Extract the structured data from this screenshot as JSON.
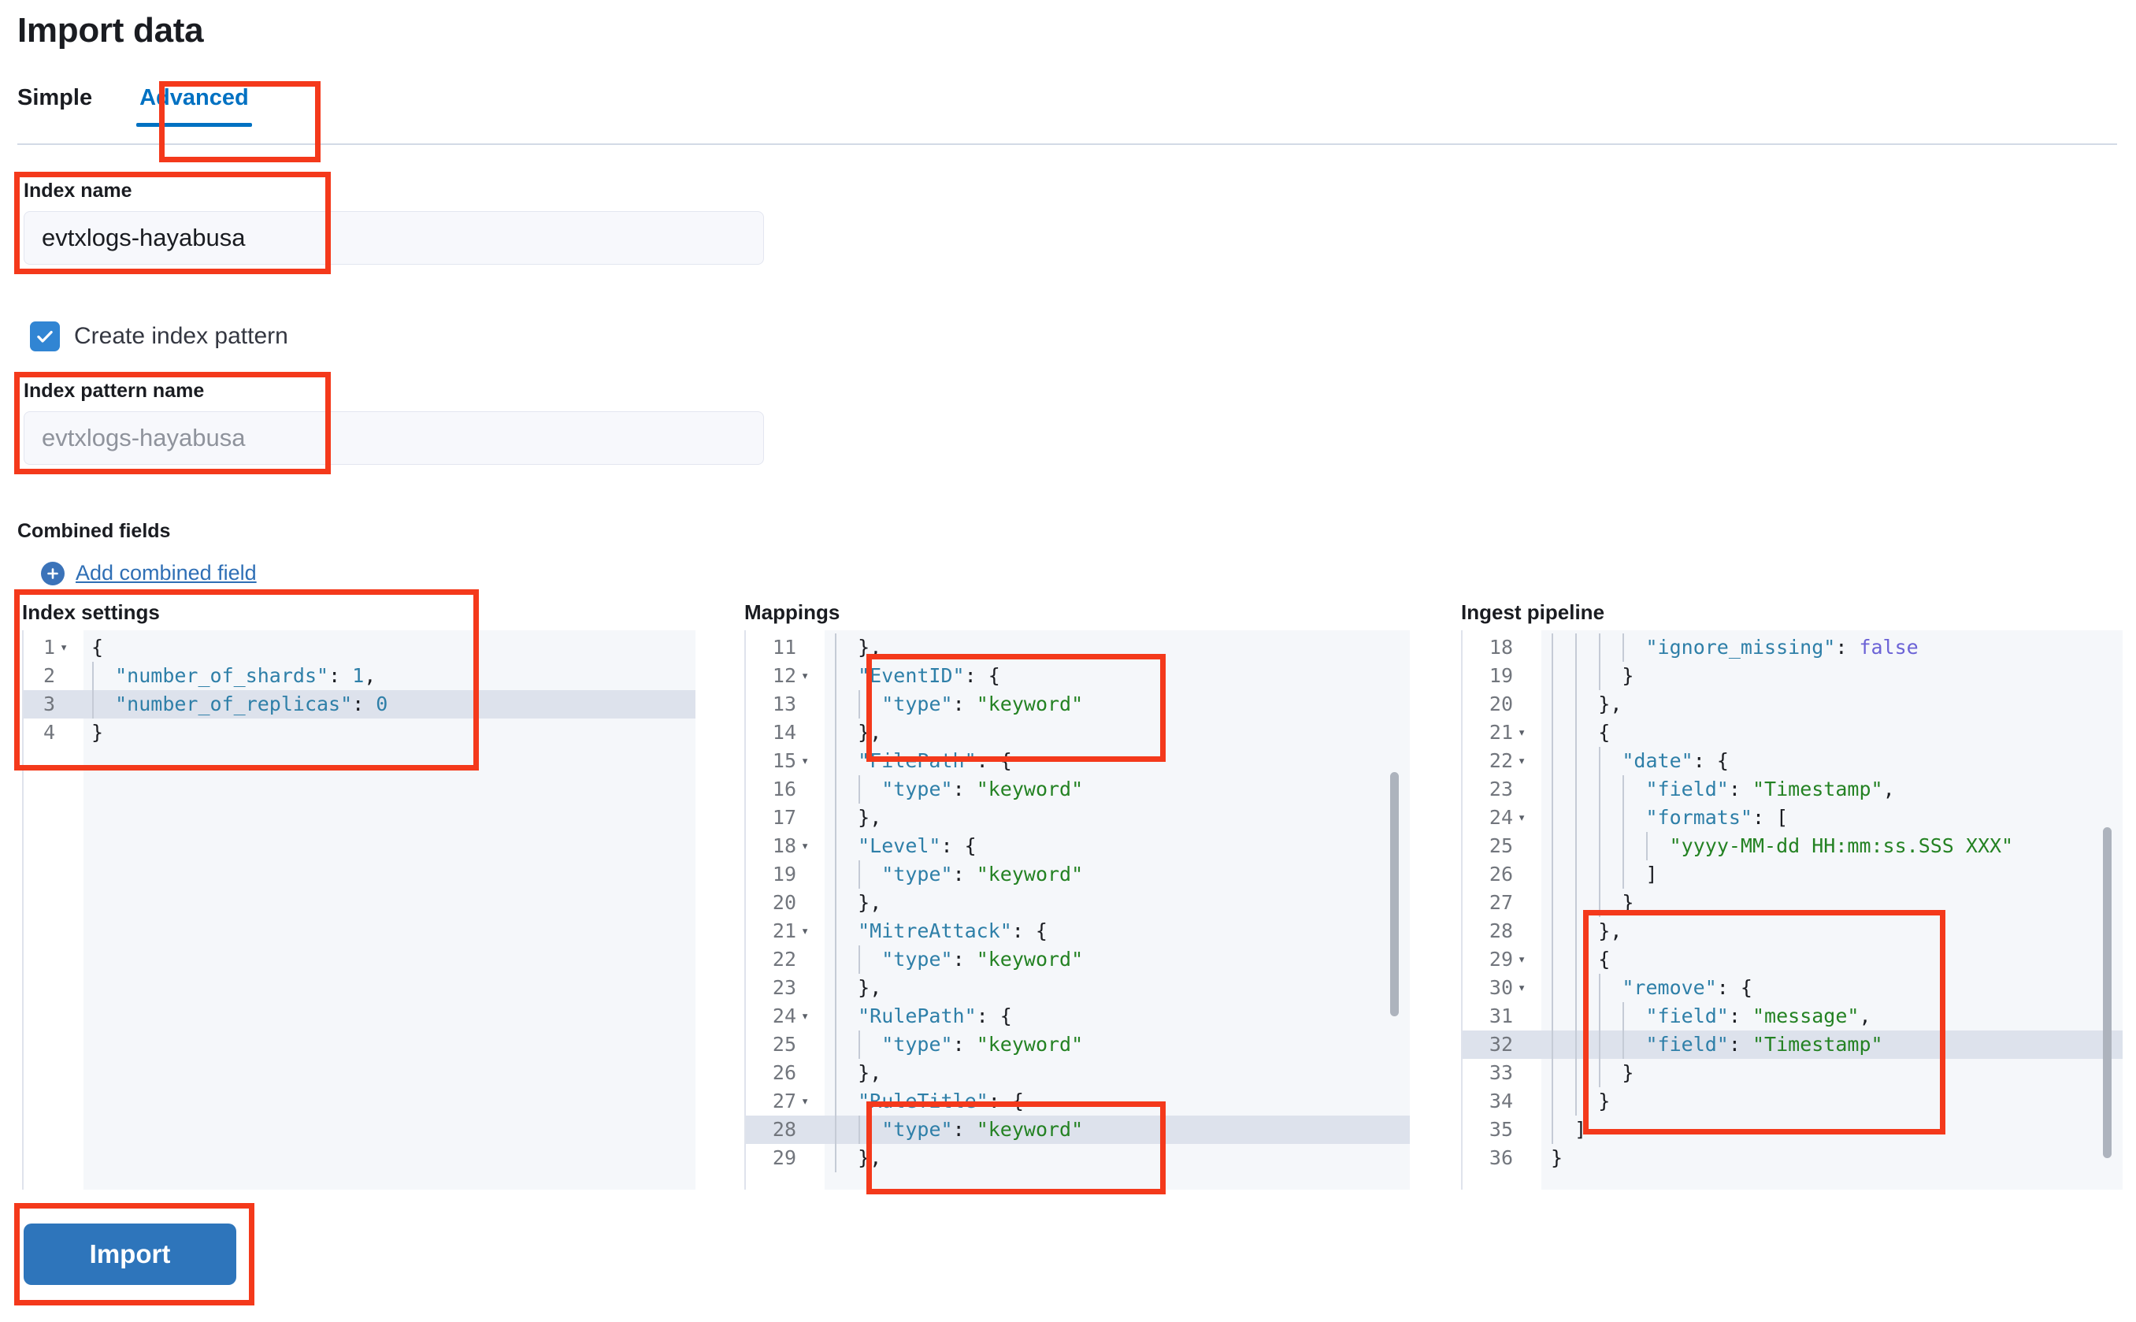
{
  "page": {
    "title": "Import data"
  },
  "tabs": [
    {
      "label": "Simple",
      "active": false
    },
    {
      "label": "Advanced",
      "active": true
    }
  ],
  "form": {
    "index_name": {
      "label": "Index name",
      "value": "evtxlogs-hayabusa"
    },
    "create_index_pattern": {
      "label": "Create index pattern",
      "checked": true
    },
    "index_pattern_name": {
      "label": "Index pattern name",
      "placeholder": "evtxlogs-hayabusa",
      "value": ""
    },
    "combined_fields": {
      "title": "Combined fields",
      "add_label": "Add combined field"
    }
  },
  "editors": {
    "index_settings": {
      "title": "Index settings",
      "first_line": 1,
      "active_line": 3,
      "lines": [
        {
          "n": 1,
          "fold": true,
          "text": "{"
        },
        {
          "n": 2,
          "fold": false,
          "text": "  \"number_of_shards\": 1,"
        },
        {
          "n": 3,
          "fold": false,
          "text": "  \"number_of_replicas\": 0"
        },
        {
          "n": 4,
          "fold": false,
          "text": "}"
        }
      ]
    },
    "mappings": {
      "title": "Mappings",
      "first_line": 11,
      "active_line": 28,
      "lines": [
        {
          "n": 11,
          "fold": false,
          "text": "  },"
        },
        {
          "n": 12,
          "fold": true,
          "text": "  \"EventID\": {"
        },
        {
          "n": 13,
          "fold": false,
          "text": "    \"type\": \"keyword\""
        },
        {
          "n": 14,
          "fold": false,
          "text": "  },"
        },
        {
          "n": 15,
          "fold": true,
          "text": "  \"FilePath\": {"
        },
        {
          "n": 16,
          "fold": false,
          "text": "    \"type\": \"keyword\""
        },
        {
          "n": 17,
          "fold": false,
          "text": "  },"
        },
        {
          "n": 18,
          "fold": true,
          "text": "  \"Level\": {"
        },
        {
          "n": 19,
          "fold": false,
          "text": "    \"type\": \"keyword\""
        },
        {
          "n": 20,
          "fold": false,
          "text": "  },"
        },
        {
          "n": 21,
          "fold": true,
          "text": "  \"MitreAttack\": {"
        },
        {
          "n": 22,
          "fold": false,
          "text": "    \"type\": \"keyword\""
        },
        {
          "n": 23,
          "fold": false,
          "text": "  },"
        },
        {
          "n": 24,
          "fold": true,
          "text": "  \"RulePath\": {"
        },
        {
          "n": 25,
          "fold": false,
          "text": "    \"type\": \"keyword\""
        },
        {
          "n": 26,
          "fold": false,
          "text": "  },"
        },
        {
          "n": 27,
          "fold": true,
          "text": "  \"RuleTitle\": {"
        },
        {
          "n": 28,
          "fold": false,
          "text": "    \"type\": \"keyword\""
        },
        {
          "n": 29,
          "fold": false,
          "text": "  },"
        }
      ]
    },
    "ingest_pipeline": {
      "title": "Ingest pipeline",
      "first_line": 18,
      "active_line": 32,
      "lines": [
        {
          "n": 18,
          "fold": false,
          "text": "        \"ignore_missing\": false"
        },
        {
          "n": 19,
          "fold": false,
          "text": "      }"
        },
        {
          "n": 20,
          "fold": false,
          "text": "    },"
        },
        {
          "n": 21,
          "fold": true,
          "text": "    {"
        },
        {
          "n": 22,
          "fold": true,
          "text": "      \"date\": {"
        },
        {
          "n": 23,
          "fold": false,
          "text": "        \"field\": \"Timestamp\","
        },
        {
          "n": 24,
          "fold": true,
          "text": "        \"formats\": ["
        },
        {
          "n": 25,
          "fold": false,
          "text": "          \"yyyy-MM-dd HH:mm:ss.SSS XXX\""
        },
        {
          "n": 26,
          "fold": false,
          "text": "        ]"
        },
        {
          "n": 27,
          "fold": false,
          "text": "      }"
        },
        {
          "n": 28,
          "fold": false,
          "text": "    },"
        },
        {
          "n": 29,
          "fold": true,
          "text": "    {"
        },
        {
          "n": 30,
          "fold": true,
          "text": "      \"remove\": {"
        },
        {
          "n": 31,
          "fold": false,
          "text": "        \"field\": \"message\","
        },
        {
          "n": 32,
          "fold": false,
          "text": "        \"field\": \"Timestamp\""
        },
        {
          "n": 33,
          "fold": false,
          "text": "      }"
        },
        {
          "n": 34,
          "fold": false,
          "text": "    }"
        },
        {
          "n": 35,
          "fold": false,
          "text": "  ]"
        },
        {
          "n": 36,
          "fold": false,
          "text": "}"
        }
      ]
    }
  },
  "actions": {
    "import_label": "Import"
  },
  "colors": {
    "accent": "#0071c2",
    "button": "#2e75bb",
    "annotation": "#f4391b",
    "checkbox": "#3185d3",
    "code_key": "#2e7fa8",
    "code_string": "#248223",
    "code_literal": "#6b62d6"
  }
}
